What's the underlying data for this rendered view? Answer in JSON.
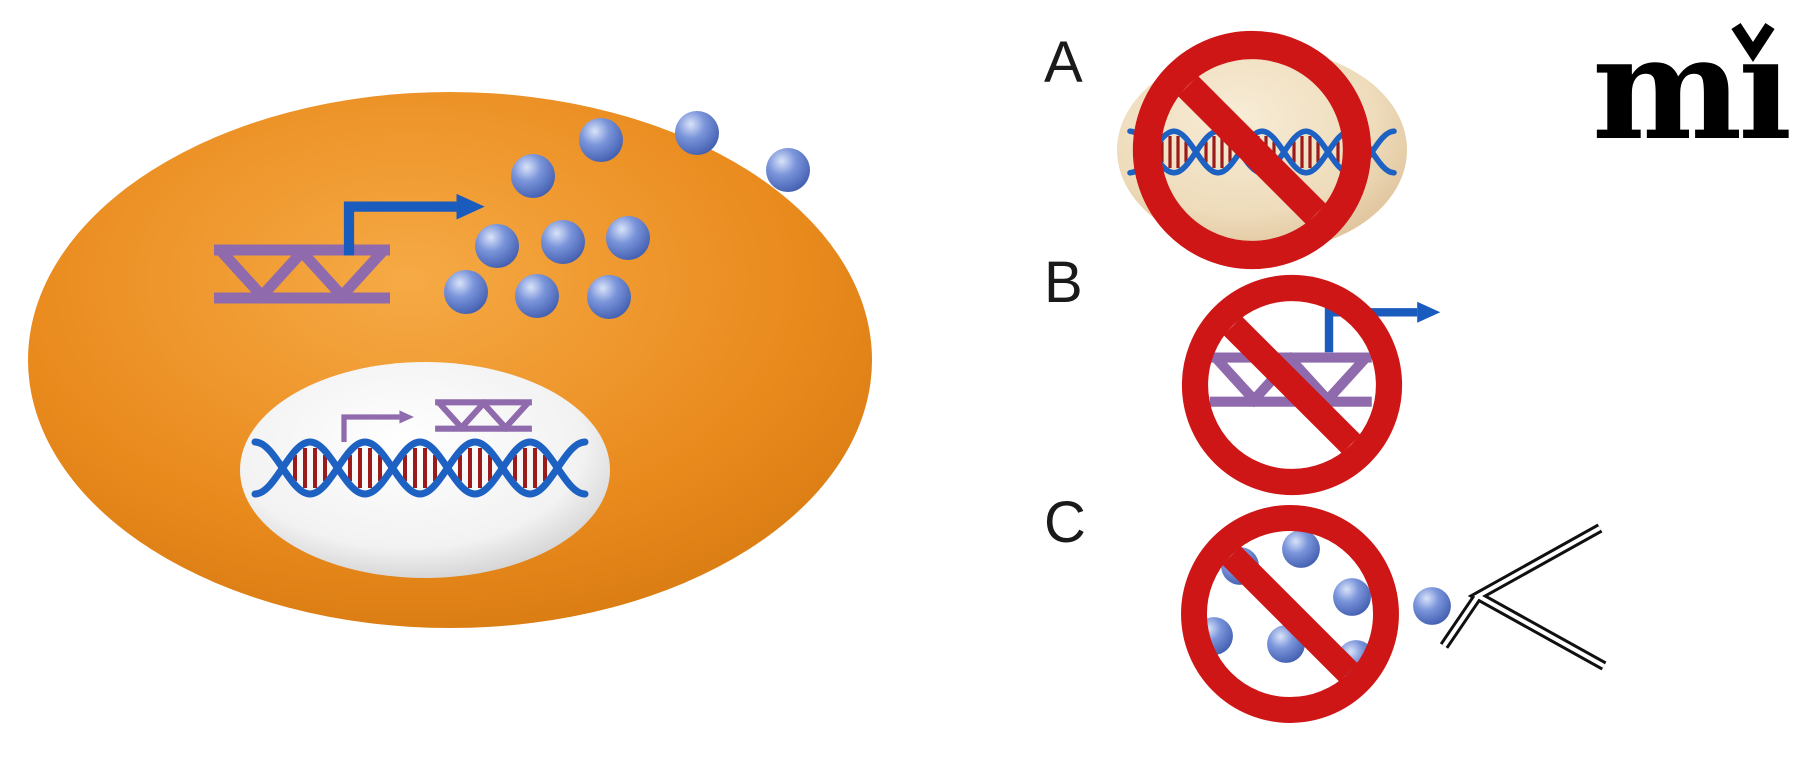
{
  "figure": {
    "panel_labels": {
      "a": "A",
      "b": "B",
      "c": "C"
    },
    "logo": {
      "text": "mı"
    },
    "colors": {
      "cell_light": "#F6AA45",
      "cell_mid": "#E98A1D",
      "cell_dark": "#D2760D",
      "cell_edge": "#BC6406",
      "nucleus_light": "#FFFFFF",
      "nucleus_mid": "#F2F2F2",
      "nucleus_dark": "#B5B5B5",
      "beige_light": "#F8ECD6",
      "beige_mid": "#EEDCBB",
      "beige_dark": "#D6B285",
      "ball_light": "#D9E3F8",
      "ball_mid": "#7B95DB",
      "ball_dark": "#3A57A9",
      "dna_blue": "#1D61C2",
      "dna_rung": "#9B1B1B",
      "mrna_purple": "#8F6BAD",
      "arrow_blue": "#1A5BBE",
      "prohibition_red": "#CF1617",
      "antibody": "#101010",
      "label": "#1A1A1A",
      "logo": "#000000"
    }
  }
}
